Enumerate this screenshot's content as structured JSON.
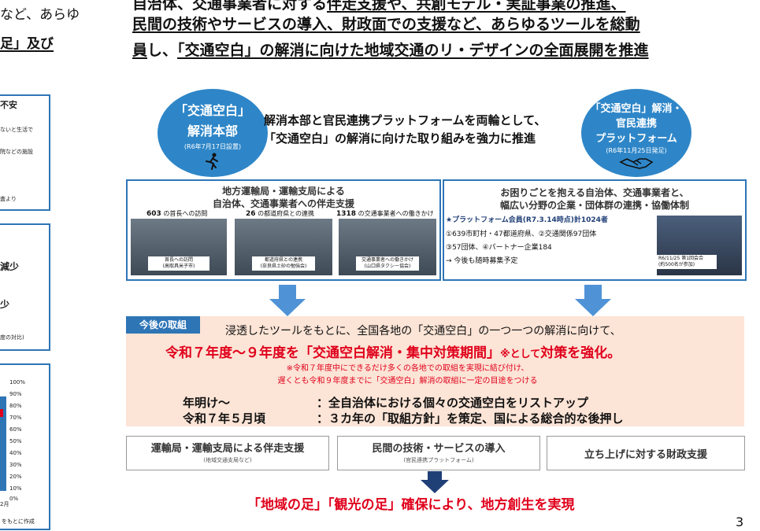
{
  "left": {
    "line1": "など、あらゆ",
    "line2": "足」及び",
    "box1_title": "不安",
    "box1_l1": "ないと生活で",
    "box1_l2": "院などの施設",
    "box1_l3": "査より",
    "box2_l1": "減少",
    "box2_l2": "少",
    "box2_l3": "度の対比)",
    "axis_ticks": [
      "100%",
      "90%",
      "80%",
      "70%",
      "60%",
      "50%",
      "40%",
      "30%",
      "20%",
      "10%",
      "0%"
    ],
    "axis_bottom": "2月",
    "footer": "をもとに作成"
  },
  "header": {
    "line1_a": "自治体、交通事業者に対する",
    "line1_b": "伴走支援や、共創モデル・実証事業の推進、",
    "line2": "民間の技術やサービスの導入、財政面での支援など、あらゆるツールを総動",
    "line3_a": "員",
    "line3_b": "し、",
    "line3_c": "「交通空白」の解消に向けた地域交通のリ・デザインの全面展開を推進"
  },
  "center": {
    "line1": "解消本部と官民連携プラットフォームを両輪として、",
    "line2": "「交通空白」の解消に向けた取り組みを強力に推進"
  },
  "left_circle": {
    "l1": "「交通空白」",
    "l2": "解消本部",
    "l3": "(R6年7月17日設置)"
  },
  "right_circle": {
    "l1": "「交通空白」解消・",
    "l2": "官民連携",
    "l3": "プラットフォーム",
    "l4": "(R6年11月25日発足)"
  },
  "left_panel": {
    "title1": "地方運輸局・運輸支局による",
    "title2": "自治体、交通事業者への伴走支援",
    "stats": [
      {
        "num": "603",
        "text": "の首長への訪問"
      },
      {
        "num": "26",
        "text": "の都道府県との連携"
      },
      {
        "num": "1318",
        "text": "の交通事業者への働きかけ"
      }
    ],
    "photos": [
      {
        "cap1": "首長への訪問",
        "cap2": "(高取具米子市)"
      },
      {
        "cap1": "都道府県との連携",
        "cap2": "(奈良県土砂の勉強会)"
      },
      {
        "cap1": "交通事業者への働きかけ",
        "cap2": "(山口県タクシー協会)"
      }
    ]
  },
  "right_panel": {
    "title1": "お困りごとを抱える自治体、交通事業者と、",
    "title2": "幅広い分野の企業・団体群の連携・協働体制",
    "member_title": "★プラットフォーム会員(R7.3.14時点)計1024者",
    "m1": "①639市町村・47都道府県、②交通関係97団体",
    "m2": "③57団体、④パートナー企業184",
    "m3": "→ 今後も随時募集予定",
    "photo_cap1": "R6/11/25 第1回会合",
    "photo_cap2": "(約500名が参加)"
  },
  "future": {
    "tag": "今後の取組",
    "intro": "浸透したツールをもとに、全国各地の「交通空白」の一つ一つの解消に向けて、",
    "main_a": "令和７年度～９年度を「交通空白解消・集中対策期間」",
    "main_b": "※として",
    "main_c": "対策を強化。",
    "note1": "※令和７年度中にできるだけ多くの各地での取組を実現に結び付け、",
    "note2": "遅くとも令和９年度までに「交通空白」解消の取組に一定の目途をつける",
    "sched1_when": "年明け～",
    "sched1_what": "：全自治体における個々の交通空白をリストアップ",
    "sched2_when": "令和７年５月頃",
    "sched2_what": "：３カ年の「取組方針」を策定、国による総合的な後押し"
  },
  "bottom_boxes": [
    {
      "main": "運輸局・運輸支局による伴走支援",
      "sub": "(地域交通支局など)"
    },
    {
      "main": "民間の技術・サービスの導入",
      "sub": "(官民連携プラットフォーム)"
    },
    {
      "main": "立ち上げに対する財政支援",
      "sub": ""
    }
  ],
  "conclusion": "「地域の足」「観光の足」確保により、地方創生を実現",
  "page_number": "3",
  "colors": {
    "accent_blue": "#2e75b6",
    "circle_blue": "#2e86c8",
    "arrow_blue": "#4f93d6",
    "peach": "#fce4d6",
    "red": "#e0001b",
    "navy_arrow": "#1f3f77"
  }
}
